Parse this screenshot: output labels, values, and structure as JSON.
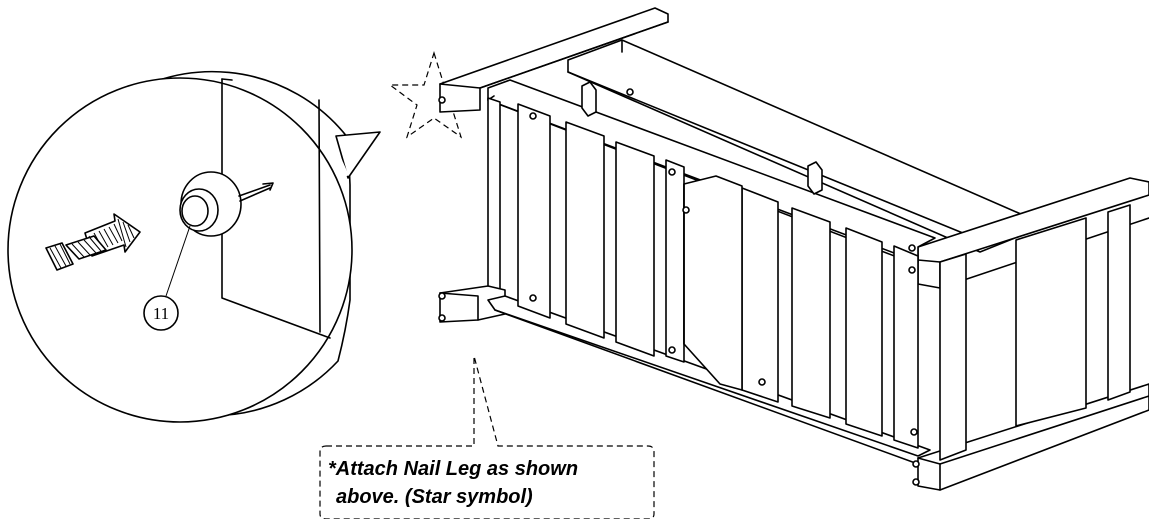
{
  "callout": {
    "part_number": "11"
  },
  "note": {
    "line1": "*Attach Nail Leg as shown",
    "line2": "above. (Star symbol)"
  }
}
